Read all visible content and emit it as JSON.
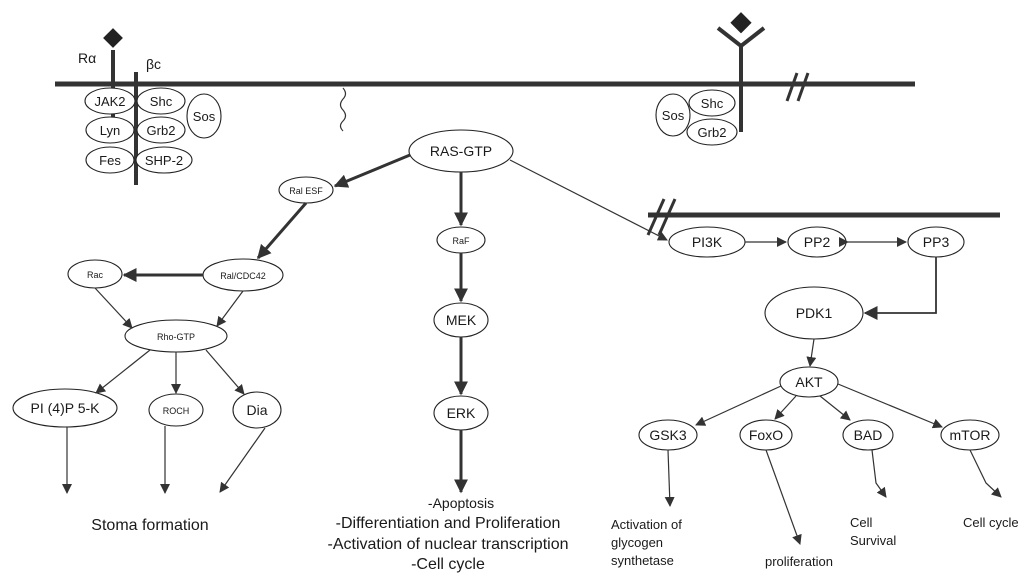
{
  "receptor_left": {
    "alpha_label": "Rα",
    "beta_label": "βc",
    "adaptors": [
      "JAK2",
      "Shc",
      "Sos",
      "Lyn",
      "Grb2",
      "Fes",
      "SHP-2"
    ]
  },
  "receptor_right": {
    "adaptors": [
      "Sos",
      "Shc",
      "Grb2"
    ]
  },
  "nodes": {
    "ras_gtp": "RAS-GTP",
    "ral_esf": "Ral ESF",
    "ral_cdc42": "Ral/CDC42",
    "rac": "Rac",
    "rho_gtp": "Rho-GTP",
    "pi4p5k": "PI (4)P 5-K",
    "roch": "ROCH",
    "dia": "Dia",
    "raf": "RaF",
    "mek": "MEK",
    "erk": "ERK",
    "pi3k": "PI3K",
    "pp2": "PP2",
    "pp3": "PP3",
    "pdk1": "PDK1",
    "akt": "AKT",
    "gsk3": "GSK3",
    "foxo": "FoxO",
    "bad": "BAD",
    "mtor": "mTOR"
  },
  "outcomes": {
    "stoma": "Stoma formation",
    "erk_outcomes": [
      "-Apoptosis",
      "-Differentiation and Proliferation",
      "-Activation of nuclear transcription",
      "-Cell cycle"
    ],
    "gsk3_outcome": [
      "Activation of",
      "glycogen",
      "synthetase"
    ],
    "foxo_outcome": "proliferation",
    "bad_outcome": [
      "Cell",
      "Survival"
    ],
    "mtor_outcome": "Cell cycle"
  }
}
